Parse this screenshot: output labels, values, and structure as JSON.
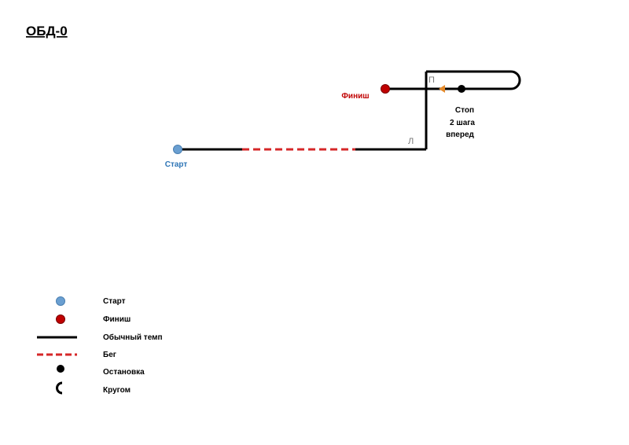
{
  "title": "ОБД-0",
  "colors": {
    "start": "#6a9fd1",
    "finish": "#c00000",
    "route": "#000000",
    "run": "#d62728",
    "arrow": "#e58a2a",
    "start_label": "#2e75b6",
    "finish_label": "#c00000"
  },
  "route": {
    "start_label": "Старт",
    "finish_label": "Финиш",
    "turn_left": "Л",
    "turn_right": "П",
    "stop_lines": [
      "Стоп",
      "2 шага",
      "вперед"
    ]
  },
  "legend": [
    {
      "icon": "start-dot",
      "label": "Старт"
    },
    {
      "icon": "finish-dot",
      "label": "Финиш"
    },
    {
      "icon": "solid-line",
      "label": "Обычный темп"
    },
    {
      "icon": "dashed-line",
      "label": "Бег"
    },
    {
      "icon": "stop-dot",
      "label": "Остановка"
    },
    {
      "icon": "u-turn-arc",
      "label": "Кругом"
    }
  ]
}
